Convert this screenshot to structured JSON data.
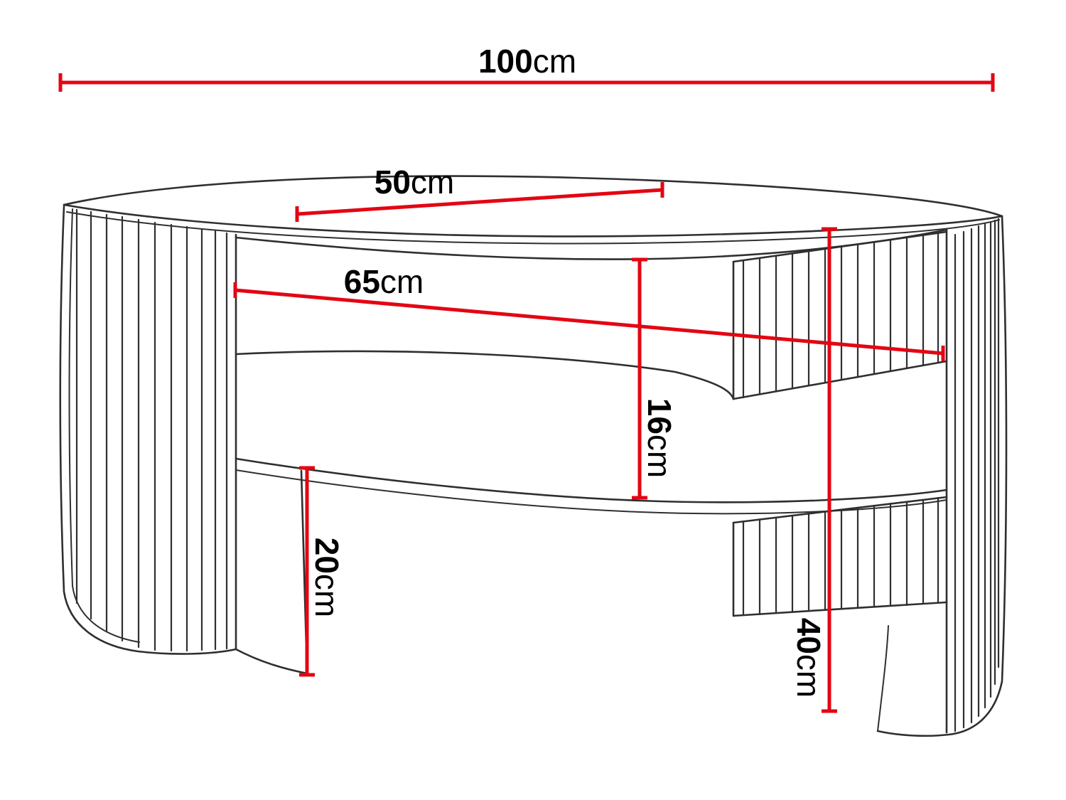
{
  "page": {
    "background": "#ffffff"
  },
  "diagram": {
    "type": "furniture-dimension-drawing",
    "subject": "oval coffee table with fluted curved side panels and lower shelf",
    "colors": {
      "outline": "#2f2f2f",
      "dimension_line": "#e30613",
      "label_text": "#000000",
      "background": "#ffffff"
    },
    "dimensions": {
      "width": {
        "value": "100",
        "unit": "cm",
        "orientation": "horizontal"
      },
      "depth": {
        "value": "50",
        "unit": "cm",
        "orientation": "diagonal"
      },
      "shelf_width": {
        "value": "65",
        "unit": "cm",
        "orientation": "diagonal"
      },
      "shelf_gap": {
        "value": "16",
        "unit": "cm",
        "orientation": "vertical"
      },
      "leg_height": {
        "value": "20",
        "unit": "cm",
        "orientation": "vertical"
      },
      "height": {
        "value": "40",
        "unit": "cm",
        "orientation": "vertical"
      }
    }
  }
}
